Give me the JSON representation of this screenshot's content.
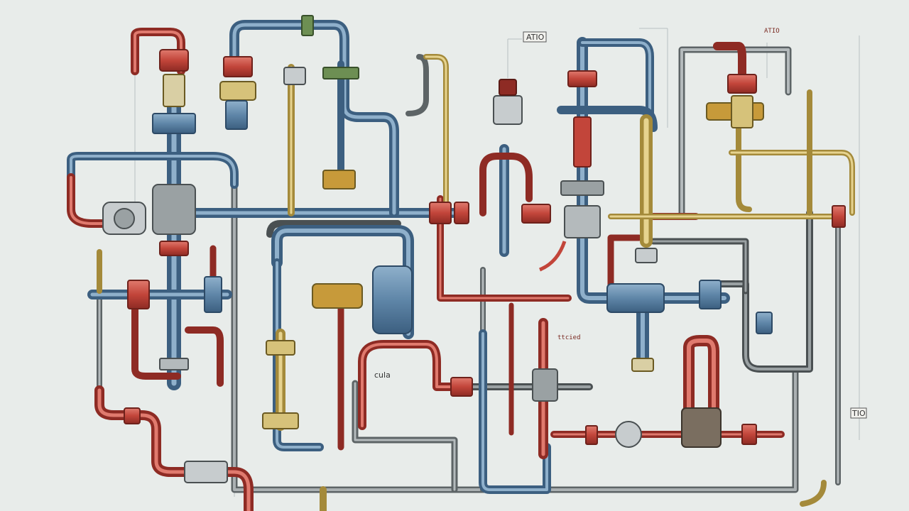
{
  "labels": {
    "top_center": "ATIO",
    "top_right": "ATIO",
    "mid_cula": "cula",
    "lower_mid": "ttcied",
    "side_right": "TIO"
  },
  "colors": {
    "background": "#e8ecea",
    "blue_pipe": "#5f86a8",
    "blue_dark": "#3c5f80",
    "red_pipe": "#c2453a",
    "red_dark": "#8e2b24",
    "yellow_pipe": "#d6c27a",
    "gray_pipe": "#9aa1a3",
    "gray_dark": "#5d6466",
    "brass": "#c79a3a"
  }
}
